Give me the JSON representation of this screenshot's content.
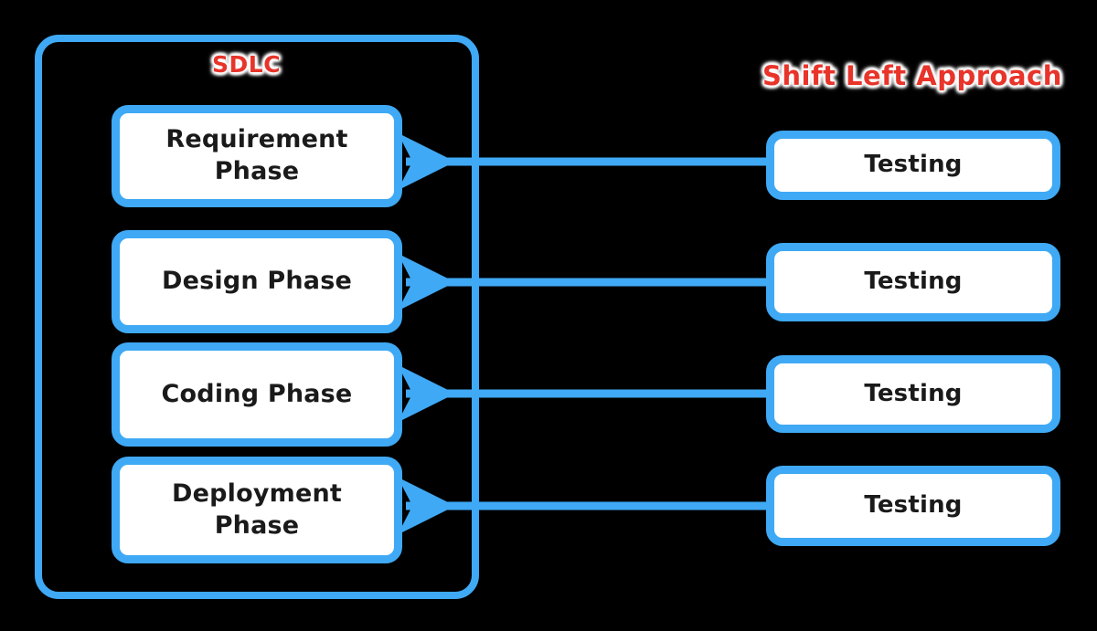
{
  "diagram": {
    "background_color": "#000000",
    "accent_color": "#3FA9F5",
    "title_color": "#E8342A",
    "node_fill": "#ffffff",
    "node_text_color": "#1a1a1a"
  },
  "titles": {
    "sdlc": "SDLC",
    "shift_left": "Shift Left Approach"
  },
  "sdlc_container": {
    "label": "SDLC",
    "phases": [
      {
        "id": "requirement",
        "label": "Requirement Phase",
        "line1": "Requirement",
        "line2": "Phase"
      },
      {
        "id": "design",
        "label": "Design Phase",
        "line1": "Design Phase",
        "line2": ""
      },
      {
        "id": "coding",
        "label": "Coding Phase",
        "line1": "Coding Phase",
        "line2": ""
      },
      {
        "id": "deployment",
        "label": "Deployment Phase",
        "line1": "Deployment",
        "line2": "Phase"
      }
    ]
  },
  "shift_left_column": {
    "label": "Shift Left Approach",
    "items": [
      {
        "id": "testing-requirement",
        "label": "Testing"
      },
      {
        "id": "testing-design",
        "label": "Testing"
      },
      {
        "id": "testing-coding",
        "label": "Testing"
      },
      {
        "id": "testing-deployment",
        "label": "Testing"
      }
    ]
  },
  "connectors": [
    {
      "id": "arrow-testing-to-requirement",
      "from": "testing-requirement",
      "to": "requirement",
      "direction": "left"
    },
    {
      "id": "arrow-testing-to-design",
      "from": "testing-design",
      "to": "design",
      "direction": "left"
    },
    {
      "id": "arrow-testing-to-coding",
      "from": "testing-coding",
      "to": "coding",
      "direction": "left"
    },
    {
      "id": "arrow-testing-to-deployment",
      "from": "testing-deployment",
      "to": "deployment",
      "direction": "left"
    }
  ]
}
